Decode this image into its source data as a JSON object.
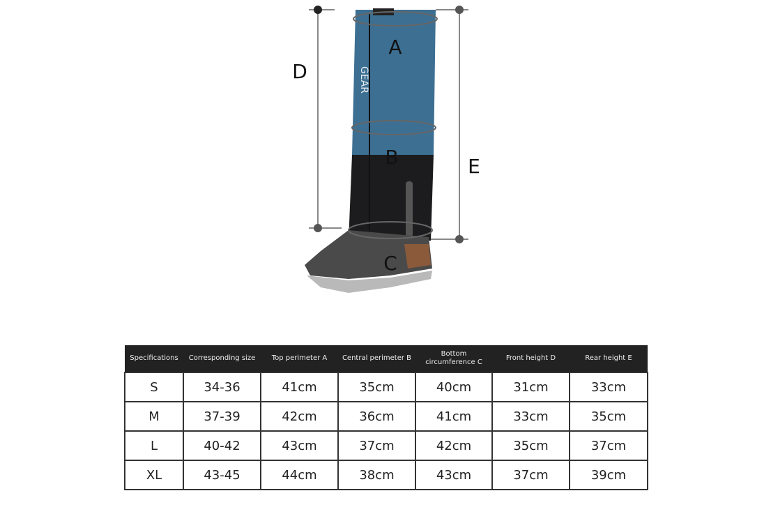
{
  "diagram": {
    "labels": {
      "a": "A",
      "b": "B",
      "c": "C",
      "d": "D",
      "e": "E"
    },
    "brand_text": "GEAR",
    "colors": {
      "upper": "#3d6f92",
      "lower": "#1c1c1e",
      "shoe": "#4a4a4a",
      "sole": "#b9b9b9",
      "lines": "#888888"
    }
  },
  "size_table": {
    "headers": [
      "Specifications",
      "Corresponding size",
      "Top perimeter A",
      "Central perimeter B",
      "Bottom circumference C",
      "Front height D",
      "Rear height E"
    ],
    "rows": [
      [
        "S",
        "34-36",
        "41cm",
        "35cm",
        "40cm",
        "31cm",
        "33cm"
      ],
      [
        "M",
        "37-39",
        "42cm",
        "36cm",
        "41cm",
        "33cm",
        "35cm"
      ],
      [
        "L",
        "40-42",
        "43cm",
        "37cm",
        "42cm",
        "35cm",
        "37cm"
      ],
      [
        "XL",
        "43-45",
        "44cm",
        "38cm",
        "43cm",
        "37cm",
        "39cm"
      ]
    ]
  }
}
